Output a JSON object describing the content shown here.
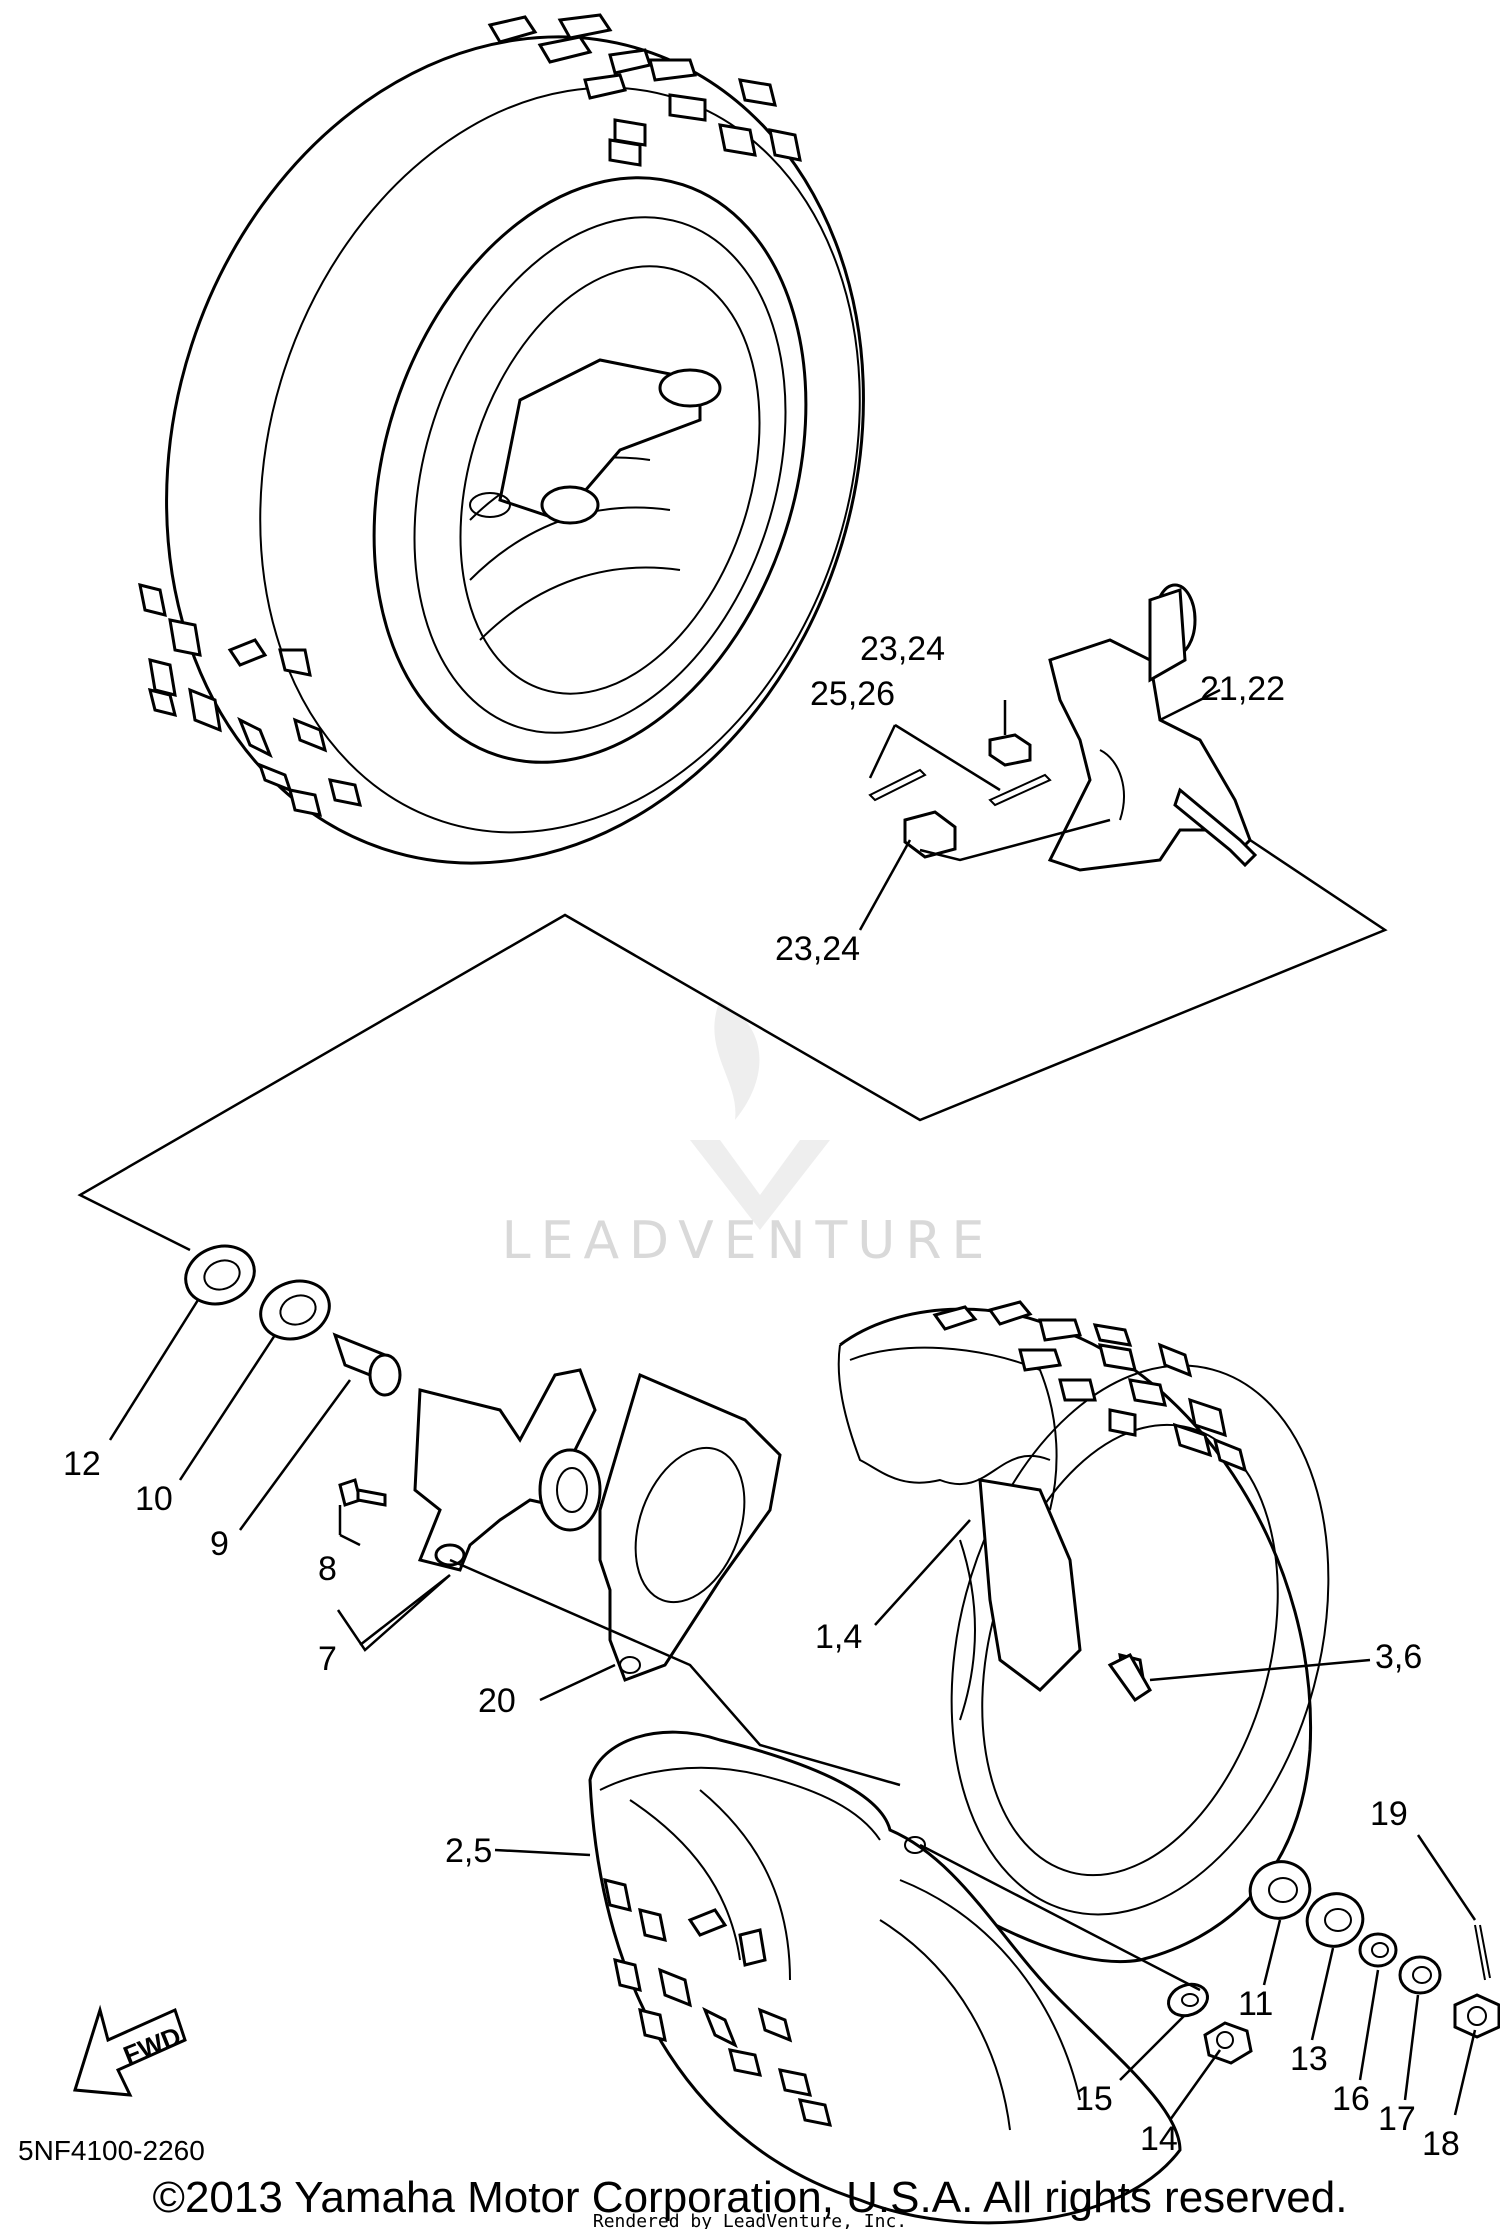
{
  "callouts": {
    "c1_4": "1,4",
    "c2_5": "2,5",
    "c3_6": "3,6",
    "c7": "7",
    "c8": "8",
    "c9": "9",
    "c10": "10",
    "c11": "11",
    "c12": "12",
    "c13": "13",
    "c14": "14",
    "c15": "15",
    "c16": "16",
    "c17": "17",
    "c18": "18",
    "c19": "19",
    "c20": "20",
    "c21_22": "21,22",
    "c23_24_top": "23,24",
    "c23_24_bottom": "23,24",
    "c25_26": "25,26"
  },
  "fwd_label": "FWD",
  "watermark": "LEADVENTURE",
  "diagram_code": "5NF4100-2260",
  "copyright": "©2013 Yamaha Motor Corporation, U.S.A. All rights reserved.",
  "rendered_by": "Rendered by LeadVenture, Inc."
}
